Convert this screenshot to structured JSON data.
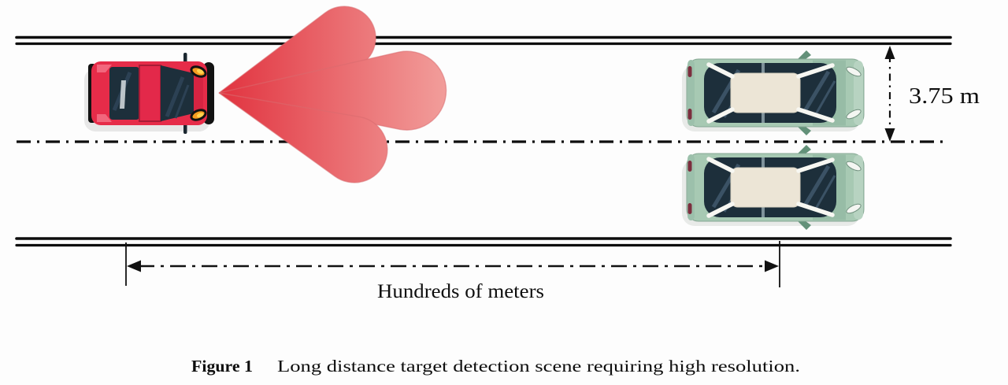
{
  "figure": {
    "caption_label": "Figure 1",
    "caption_text": "Long distance target detection scene requiring high resolution."
  },
  "annotations": {
    "lane_width": "3.75 m",
    "distance": "Hundreds of meters"
  },
  "colors": {
    "road_line": "#0d0d0d",
    "annotation_ink": "#111111",
    "beam_near": "#e1333f",
    "beam_far": "#f3a6a2",
    "ego_car_body": "#e62c49",
    "target_car_body": "#a7c9b3",
    "glass_dark": "#1d2f3b",
    "roof_cream": "#ece5d6"
  }
}
